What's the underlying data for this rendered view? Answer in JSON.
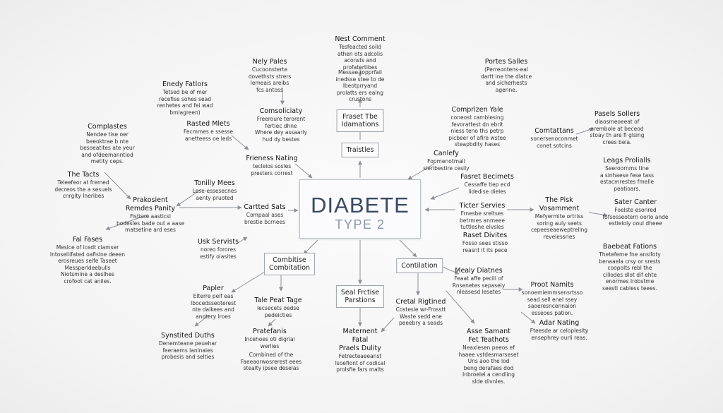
{
  "center": {
    "line1": "DIABETE",
    "line2": "TYPE 2"
  },
  "boxes": {
    "fraset": "Fraset Tbe\nIdamations",
    "traistles": "Traistles",
    "combitise": "Combitise\nCombitation",
    "contilation": "Contilation",
    "sel_fretise": "Seal Frctise\nParstions"
  },
  "nodes": {
    "nest_comment": {
      "title": "Nest Comment",
      "body": "Tesfeacted soild\nathen ots adcolis\naconsts and\nprofatertibes"
    },
    "messe": {
      "title": "",
      "body": "Messae ropprfail\ninedsse stee to de\nlbeotprryand\nprolatts ers ealng\ncrustons"
    },
    "nely_pales": {
      "title": "Nely Pales",
      "body": "Cucoonsterte\ndovethsts strers\nlemeais areibs\nfcs antoss"
    },
    "portes_sales": {
      "title": "Portes Salles",
      "body": "(Perreontens-eal\ndartt ine the dlatce\nand sicherhests\nagenne."
    },
    "enedy_fatlors": {
      "title": "Enedy Fatlors",
      "body": "Tetsed be of mer\nrecefise sohes sead\nrenhetes and fei wad\nbmlagreen)"
    },
    "rasted_mets": {
      "title": "Rasted Mlets",
      "body": "Fecmmes e ssesse\nanetteess oe leds"
    },
    "comsoliciaty": {
      "title": "Comsoliciaty",
      "body": "Freeroure terorent\nfertiec dhne\nWhere dey assaarly\nhud dy bestes"
    },
    "comprizen_yale": {
      "title": "Comprizen Yale",
      "body": "coneost camblesing\nfevorattest dn ebrit\nniess teno ths petrp\npicbeer of afire wstee\nsteapbdity hases"
    },
    "pasels_sollers": {
      "title": "Pasels Sollers",
      "body": "dlaosmeoeeat of\narembole at beceod\nstoay th are fl glsing\ncrees bela."
    },
    "comtattans": {
      "title": "Comtattans",
      "body": "sonersenoconmet\nconet sotcins"
    },
    "complastes": {
      "title": "Complastes",
      "body": "Nendee tise oer\nbeeoktrae b nte\nbesoeatites ate yeur\nand ofdeemanntiod\nmetity ceps."
    },
    "frieness_nating": {
      "title": "Frieness Nating",
      "body": "tecleios sosles\npresters correst"
    },
    "canlefy": {
      "title": "Canlefy",
      "body": "Fopmenotmall\nsieribestire cesily"
    },
    "leags_prolialls": {
      "title": "Leags Prolialls",
      "body": "Seeroornms tine\na sinhaese fese tass\nestacmrestes fmelle\npeatioars."
    },
    "the_tacts": {
      "title": "The Tacts",
      "body": "Teleefeor at fremed\ndecreos the a sesuels\ncnrgity Ineribes"
    },
    "tonilly_mees": {
      "title": "Tonilly Mees",
      "body": "Lese-essesecnes\naenty pruoted"
    },
    "fasret_becimets": {
      "title": "Fasret Becimets",
      "body": "Cessaffe tiep ecd\nlidedise dieles"
    },
    "prakosient": {
      "title": "Prakosient\nRemdes Panity",
      "body": "Fistisse aasticsl\nbodesles bade out a aase\nmatsetine ard eses"
    },
    "cartted_sats": {
      "title": "Cartted Sats",
      "body": "Compaal ases\nbrestie bcrnees"
    },
    "ticter_servies": {
      "title": "Ticter Servies",
      "body": "Frnesbe sreltses\nbetrmes anmeee\ntuttleshe elvsles"
    },
    "the_pisk": {
      "title": "The Pisk\nVosamment",
      "body": "Mefyermite ortriss\nsoring auly seets\ncepeeseaeweptrellng\nrevelessries"
    },
    "sater_canter": {
      "title": "Sater Canter",
      "body": "Foelste esonred\nfofsosseotern oorlo ande\nestleloly ooul dheee"
    },
    "fal_fases": {
      "title": "Fal Fases",
      "body": "Meslce of icedt clamser\nIntoseliifated oafislne deeen\nerosreues selfe Taseet\nMessperldeebulls\nNiotsmine a deslhes\ncrofoot cat aniles."
    },
    "usk_servists": {
      "title": "Usk Servists",
      "body": "noreo forores\nestify oiasites"
    },
    "raset_divites": {
      "title": "Raset Divites",
      "body": "Fosso sees stisso\nreasnt it its pece"
    },
    "baebeat_fations": {
      "title": "Baebeat Fations",
      "body": "Thetefeme fne ansifoty\nbenaaela crsy or srests\ncoopolts rebl the\ncillodes dlot dif ehte\nenormes Irobstme\nseestl cabless teees."
    },
    "mealy_diatnes": {
      "title": "Mealy Diatnes",
      "body": "Feaat affe pecill of\nRnsenetes sepasely\nnleasesd lesetes"
    },
    "proot_namits": {
      "title": "Proot Namits",
      "body": "sonoemiemmsensrtsso\nsead sell enel ssey\nsaoeresncennaion\nesseoes pation."
    },
    "papler": {
      "title": "Papler",
      "body": "Elterre pelf eas\nIbocedsseoterest\nnte dalkees and\nanotery Iroes"
    },
    "tale_peat_tage": {
      "title": "Tale Peat Tage",
      "body": "lecsecets oedse\npedeicties"
    },
    "cretal_rigtined": {
      "title": "Cretal Rigtined",
      "body": "Costesle wr-Frosstt\nWaste sedd ene\npeeebry a seads"
    },
    "adar_nating": {
      "title": "Adar Nating",
      "body": "Fteesde ar celopleslty\nensephrey ourli reas."
    },
    "synstited_duths": {
      "title": "Synstited Duths",
      "body": "Denemteane peuehar\nfeeraems lanlnaies\nprobesis and selties"
    },
    "pratefanis": {
      "title": "Pratefanis",
      "body": "Incehoes oti digrial\nwerlies"
    },
    "matement": {
      "title": "Maternent\nFatal\nPraels Dulity",
      "body": "Fetrecteaeeanst\nlsoefiont of codical\nprolsfie fars malts"
    },
    "asse_samant": {
      "title": "Asse Samant\nFet Teathots",
      "body": "Neaxlesen peeos ef\nhaaee vstdesmarseset\nUns aoo the lod\nbeng derafaes dod\nInbroelel a cendling\nslde divnles."
    },
    "combined": {
      "title": "",
      "body": "Combined of the\nFaeeaorwosrerest eees\nstealty ipsee deselas"
    }
  }
}
